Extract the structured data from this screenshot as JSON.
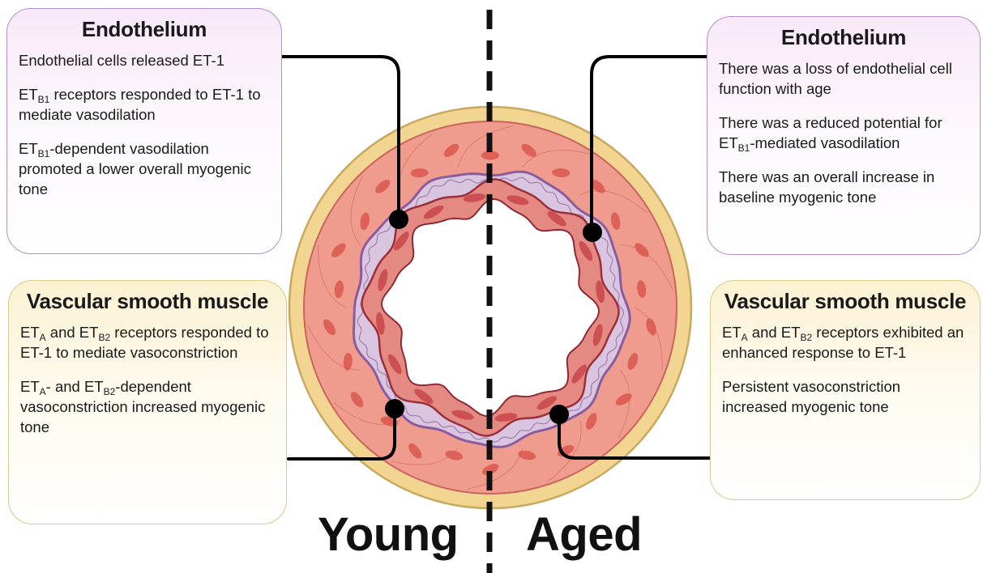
{
  "young": {
    "label": "Young",
    "endothelium": {
      "title": "Endothelium",
      "points": [
        {
          "parts": [
            {
              "t": "Endothelial cells released ET-1"
            }
          ]
        },
        {
          "parts": [
            {
              "t": "ET"
            },
            {
              "sub": "B1"
            },
            {
              "t": " receptors responded to ET-1 to mediate vasodilation"
            }
          ]
        },
        {
          "parts": [
            {
              "t": "ET"
            },
            {
              "sub": "B1"
            },
            {
              "t": "-dependent vasodilation promoted a lower overall myogenic tone"
            }
          ]
        }
      ]
    },
    "smooth_muscle": {
      "title": "Vascular smooth muscle",
      "points": [
        {
          "parts": [
            {
              "t": "ET"
            },
            {
              "sub": "A"
            },
            {
              "t": " and ET"
            },
            {
              "sub": "B2"
            },
            {
              "t": " receptors responded to ET-1 to mediate vasoconstriction"
            }
          ]
        },
        {
          "parts": [
            {
              "t": "ET"
            },
            {
              "sub": "A"
            },
            {
              "t": "- and ET"
            },
            {
              "sub": "B2"
            },
            {
              "t": "-dependent vasoconstriction increased myogenic tone"
            }
          ]
        }
      ]
    }
  },
  "aged": {
    "label": "Aged",
    "endothelium": {
      "title": "Endothelium",
      "points": [
        {
          "parts": [
            {
              "t": "There was a loss of endothelial cell function with age"
            }
          ]
        },
        {
          "parts": [
            {
              "t": "There was a reduced potential for ET"
            },
            {
              "sub": "B1"
            },
            {
              "t": "-mediated vasodilation"
            }
          ]
        },
        {
          "parts": [
            {
              "t": "There was an overall increase in baseline myogenic tone"
            }
          ]
        }
      ]
    },
    "smooth_muscle": {
      "title": "Vascular smooth muscle",
      "points": [
        {
          "parts": [
            {
              "t": "ET"
            },
            {
              "sub": "A"
            },
            {
              "t": " and ET"
            },
            {
              "sub": "B2"
            },
            {
              "t": " receptors exhibited an enhanced response to ET-1"
            }
          ]
        },
        {
          "parts": [
            {
              "t": "Persistent vasoconstriction increased myogenic tone"
            }
          ]
        }
      ]
    }
  },
  "colors": {
    "adventitia": "#f2d591",
    "adventitia_edge": "#c9a860",
    "media": "#ef9c8f",
    "media_edge": "#c8655c",
    "cell": "#d9574c",
    "elastic": "#d9c5df",
    "elastic_edge": "#8a5c9c",
    "endothelium": "#e48a82",
    "endothelium_edge": "#9a2f3a",
    "connector": "#000000"
  }
}
